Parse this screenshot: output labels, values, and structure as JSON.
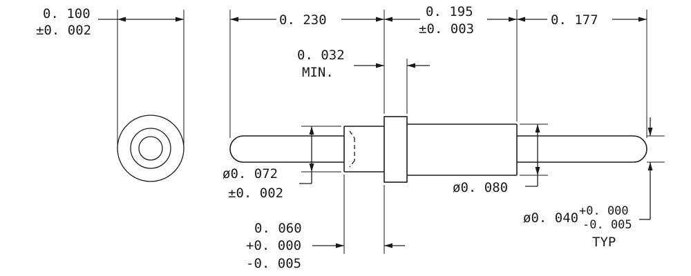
{
  "dimensions": {
    "end_view_diameter": {
      "value": "0. 100",
      "tolerance": "±0. 002"
    },
    "left_pin_length": "0. 230",
    "body_length": {
      "value": "0. 195",
      "tolerance": "±0. 003"
    },
    "right_pin_length": "0. 177",
    "flange_width": {
      "value": "0. 032",
      "note": "MIN."
    },
    "bore_diameter": {
      "value": "ø0. 072",
      "tolerance": "±0. 002"
    },
    "body_diameter": "ø0. 080",
    "pin_diameter": {
      "value": "ø0. 040",
      "tol_plus": "+0. 000",
      "tol_minus": "-0. 005",
      "note": "TYP"
    },
    "socket_depth": {
      "value": "0. 060",
      "tol_plus": "+0. 000",
      "tol_minus": "-0. 005"
    }
  }
}
